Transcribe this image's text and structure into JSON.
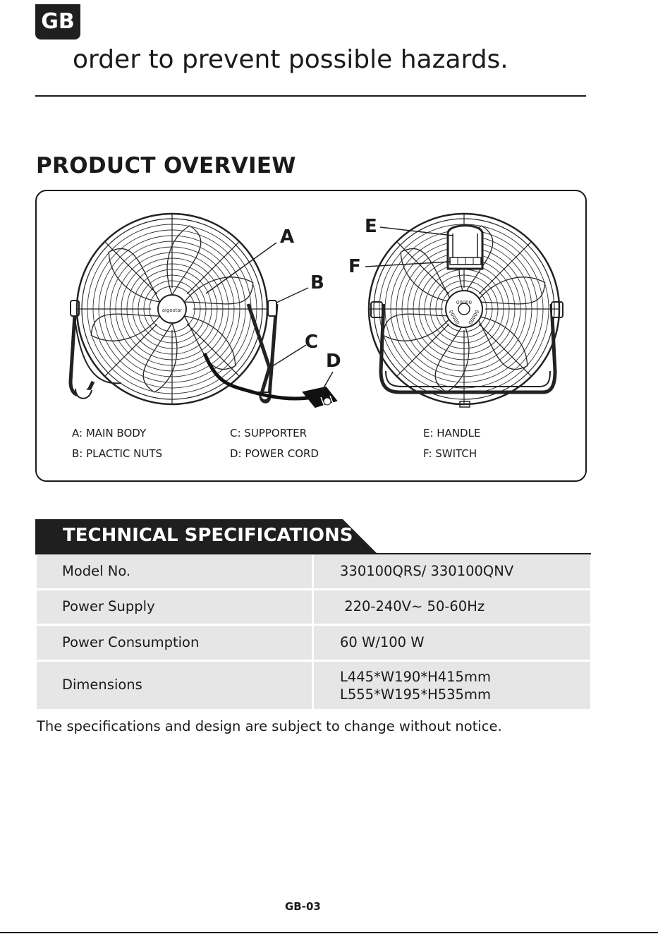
{
  "header": {
    "lang_badge": "GB"
  },
  "continuation_text": "order to prevent possible hazards.",
  "overview": {
    "title": "PRODUCT OVERVIEW",
    "callouts": [
      "A",
      "B",
      "C",
      "D",
      "E",
      "F"
    ],
    "legend": {
      "a": "A: MAIN BODY",
      "b": "B: PLACTIC NUTS",
      "c": "C: SUPPORTER",
      "d": "D: POWER CORD",
      "e": "E: HANDLE",
      "f": "F: SWITCH"
    },
    "logo_text": "aigostar",
    "switch_labels": [
      "00000",
      "00000",
      "00000"
    ]
  },
  "specs": {
    "title": "TECHNICAL SPECIFICATIONS",
    "rows": [
      {
        "label": "Model No.",
        "value": "330100QRS/ 330100QNV"
      },
      {
        "label": "Power Supply",
        "value": " 220-240V~ 50-60Hz"
      },
      {
        "label": "Power Consumption",
        "value": "60 W/100 W"
      },
      {
        "label": "Dimensions",
        "value": "L445*W190*H415mm",
        "value2": "L555*W195*H535mm"
      }
    ]
  },
  "footnote": "The specifications and design are subject to change without notice.",
  "page_number": "GB-03"
}
